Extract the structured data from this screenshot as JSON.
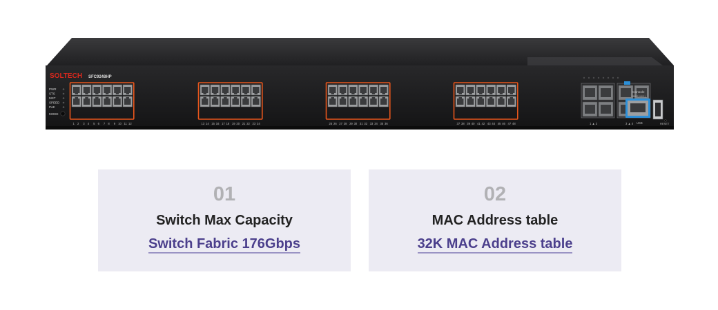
{
  "device": {
    "brand": "SOLTECH",
    "model": "SFC9248HP",
    "leds": [
      "PWR",
      "STS",
      "MST",
      "SPEED",
      "PoE"
    ],
    "mode_label": "MODE",
    "console_label": "Console",
    "console_sub": "(9600,N,8,1)",
    "usb_label": "USB",
    "reset_label": "RESET",
    "sfp_labels": [
      "1 ▲ 2",
      "3 ▲ 4"
    ],
    "port_numbers": [
      "1",
      "2",
      "3",
      "4",
      "5",
      "6",
      "7",
      "8",
      "9",
      "10",
      "11",
      "12",
      "13",
      "14",
      "15",
      "16",
      "17",
      "18",
      "19",
      "20",
      "21",
      "22",
      "23",
      "24",
      "25",
      "26",
      "27",
      "28",
      "29",
      "30",
      "31",
      "32",
      "33",
      "34",
      "35",
      "36",
      "37",
      "38",
      "39",
      "40",
      "41",
      "42",
      "43",
      "44",
      "45",
      "46",
      "47",
      "48"
    ],
    "colors": {
      "body": "#1d1d1f",
      "poe_outline": "#e8561c",
      "brand_red": "#d8281d",
      "accent_blue": "#2c8fd8"
    }
  },
  "cards": [
    {
      "number": "01",
      "title": "Switch Max Capacity",
      "link": "Switch Fabric 176Gbps"
    },
    {
      "number": "02",
      "title": "MAC Address table",
      "link": "32K MAC Address table"
    }
  ]
}
